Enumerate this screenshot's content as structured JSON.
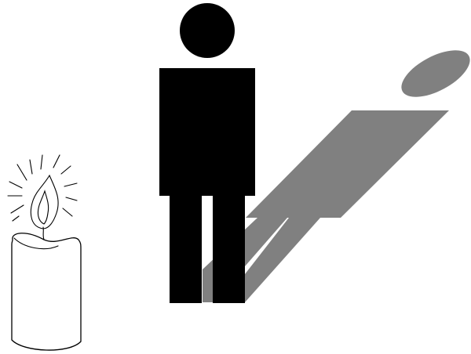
{
  "scene": {
    "background": "#ffffff",
    "figure_color": "#000000",
    "shadow_color": "#808080",
    "candle_fill": "#ffffff",
    "candle_stroke": "#000000"
  },
  "elements": [
    {
      "name": "person-figure",
      "icon": "standing-person"
    },
    {
      "name": "person-shadow",
      "icon": "cast-shadow"
    },
    {
      "name": "candle",
      "icon": "lit-candle"
    }
  ]
}
